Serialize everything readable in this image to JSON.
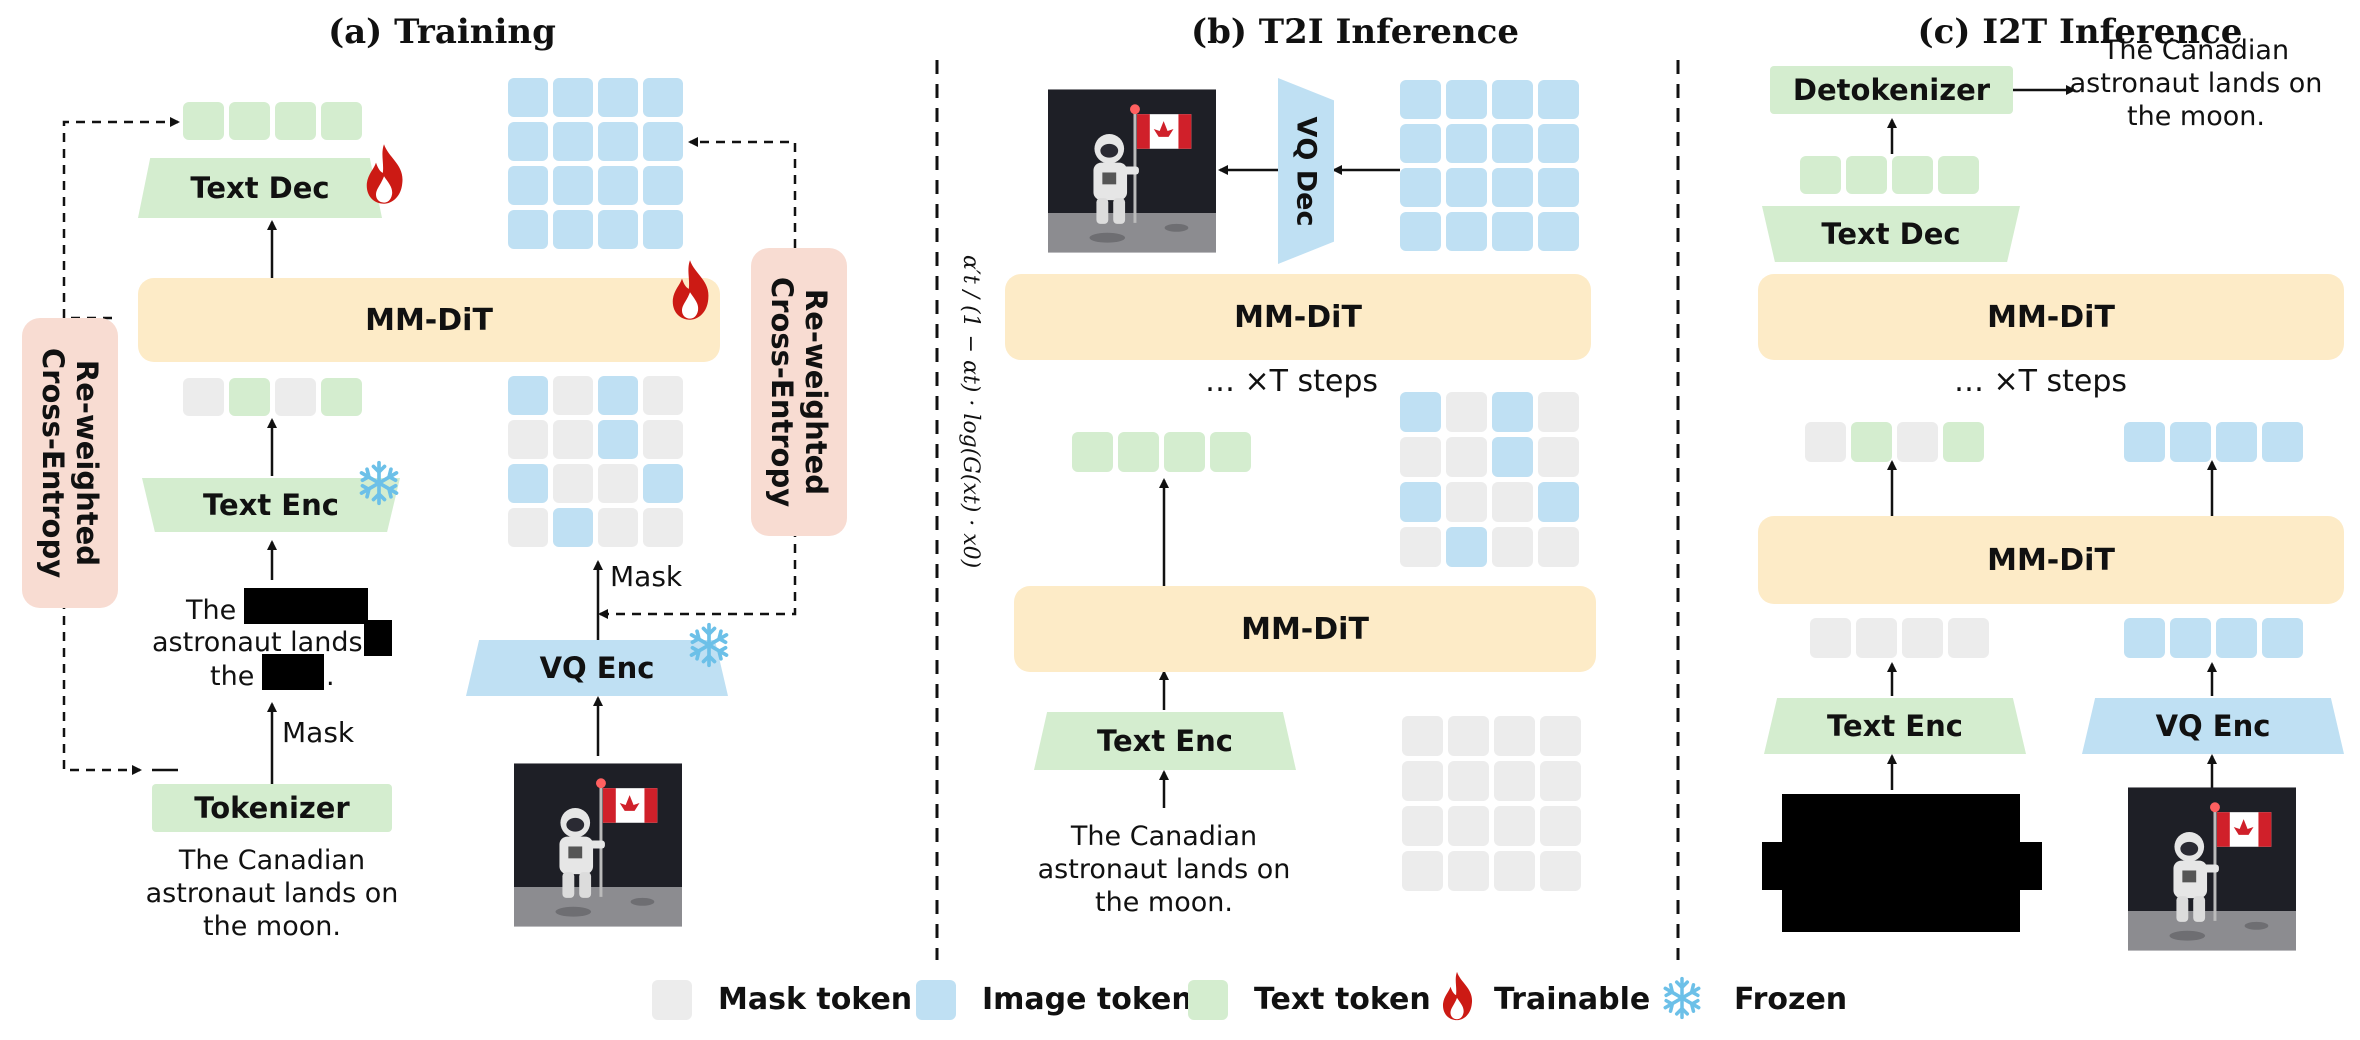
{
  "panels": {
    "training": {
      "title": "(a) Training",
      "text_dec": "Text Dec",
      "mmdit": "MM-DiT",
      "text_enc": "Text Enc",
      "tokenizer": "Tokenizer",
      "vq_enc": "VQ Enc",
      "mask_label_text": "Mask",
      "mask_label_image": "Mask",
      "loss_left": "Re-weighted\nCross-Entropy",
      "loss_right": "Re-weighted\nCross-Entropy",
      "masked_caption": {
        "w1": "The",
        "w2": "astronaut lands",
        "w3": "the",
        "w4": "."
      },
      "caption": "The Canadian\nastronaut lands on\nthe moon.",
      "formula": "α′t / (1 − αt) · log(G(xt) · x0)"
    },
    "t2i": {
      "title": "(b) T2I Inference",
      "vq_dec": "VQ Dec",
      "mmdit_top": "MM-DiT",
      "steps": "… ×T steps",
      "mmdit_bottom": "MM-DiT",
      "text_enc": "Text Enc",
      "caption": "The Canadian\nastronaut lands on\nthe moon."
    },
    "i2t": {
      "title": "(c) I2T Inference",
      "detokenizer": "Detokenizer",
      "output_caption": "The Canadian\nastronaut lands on\nthe moon.",
      "text_dec": "Text Dec",
      "mmdit_top": "MM-DiT",
      "steps": "… ×T steps",
      "mmdit_bottom": "MM-DiT",
      "text_enc": "Text Enc",
      "vq_enc": "VQ Enc"
    }
  },
  "legend": {
    "mask_token": "Mask token",
    "image_token": "Image token",
    "text_token": "Text token",
    "trainable": "Trainable",
    "frozen": "Frozen"
  },
  "colors": {
    "mask_token": "#ececec",
    "image_token": "#bfe0f3",
    "text_token": "#d4edcf",
    "mmdit": "#fdebc7",
    "loss": "#f8dcd2",
    "fire": "#cc1a14",
    "snow": "#6cc0e8"
  },
  "icons": [
    "fire-icon",
    "snowflake-icon",
    "astronaut-image"
  ]
}
